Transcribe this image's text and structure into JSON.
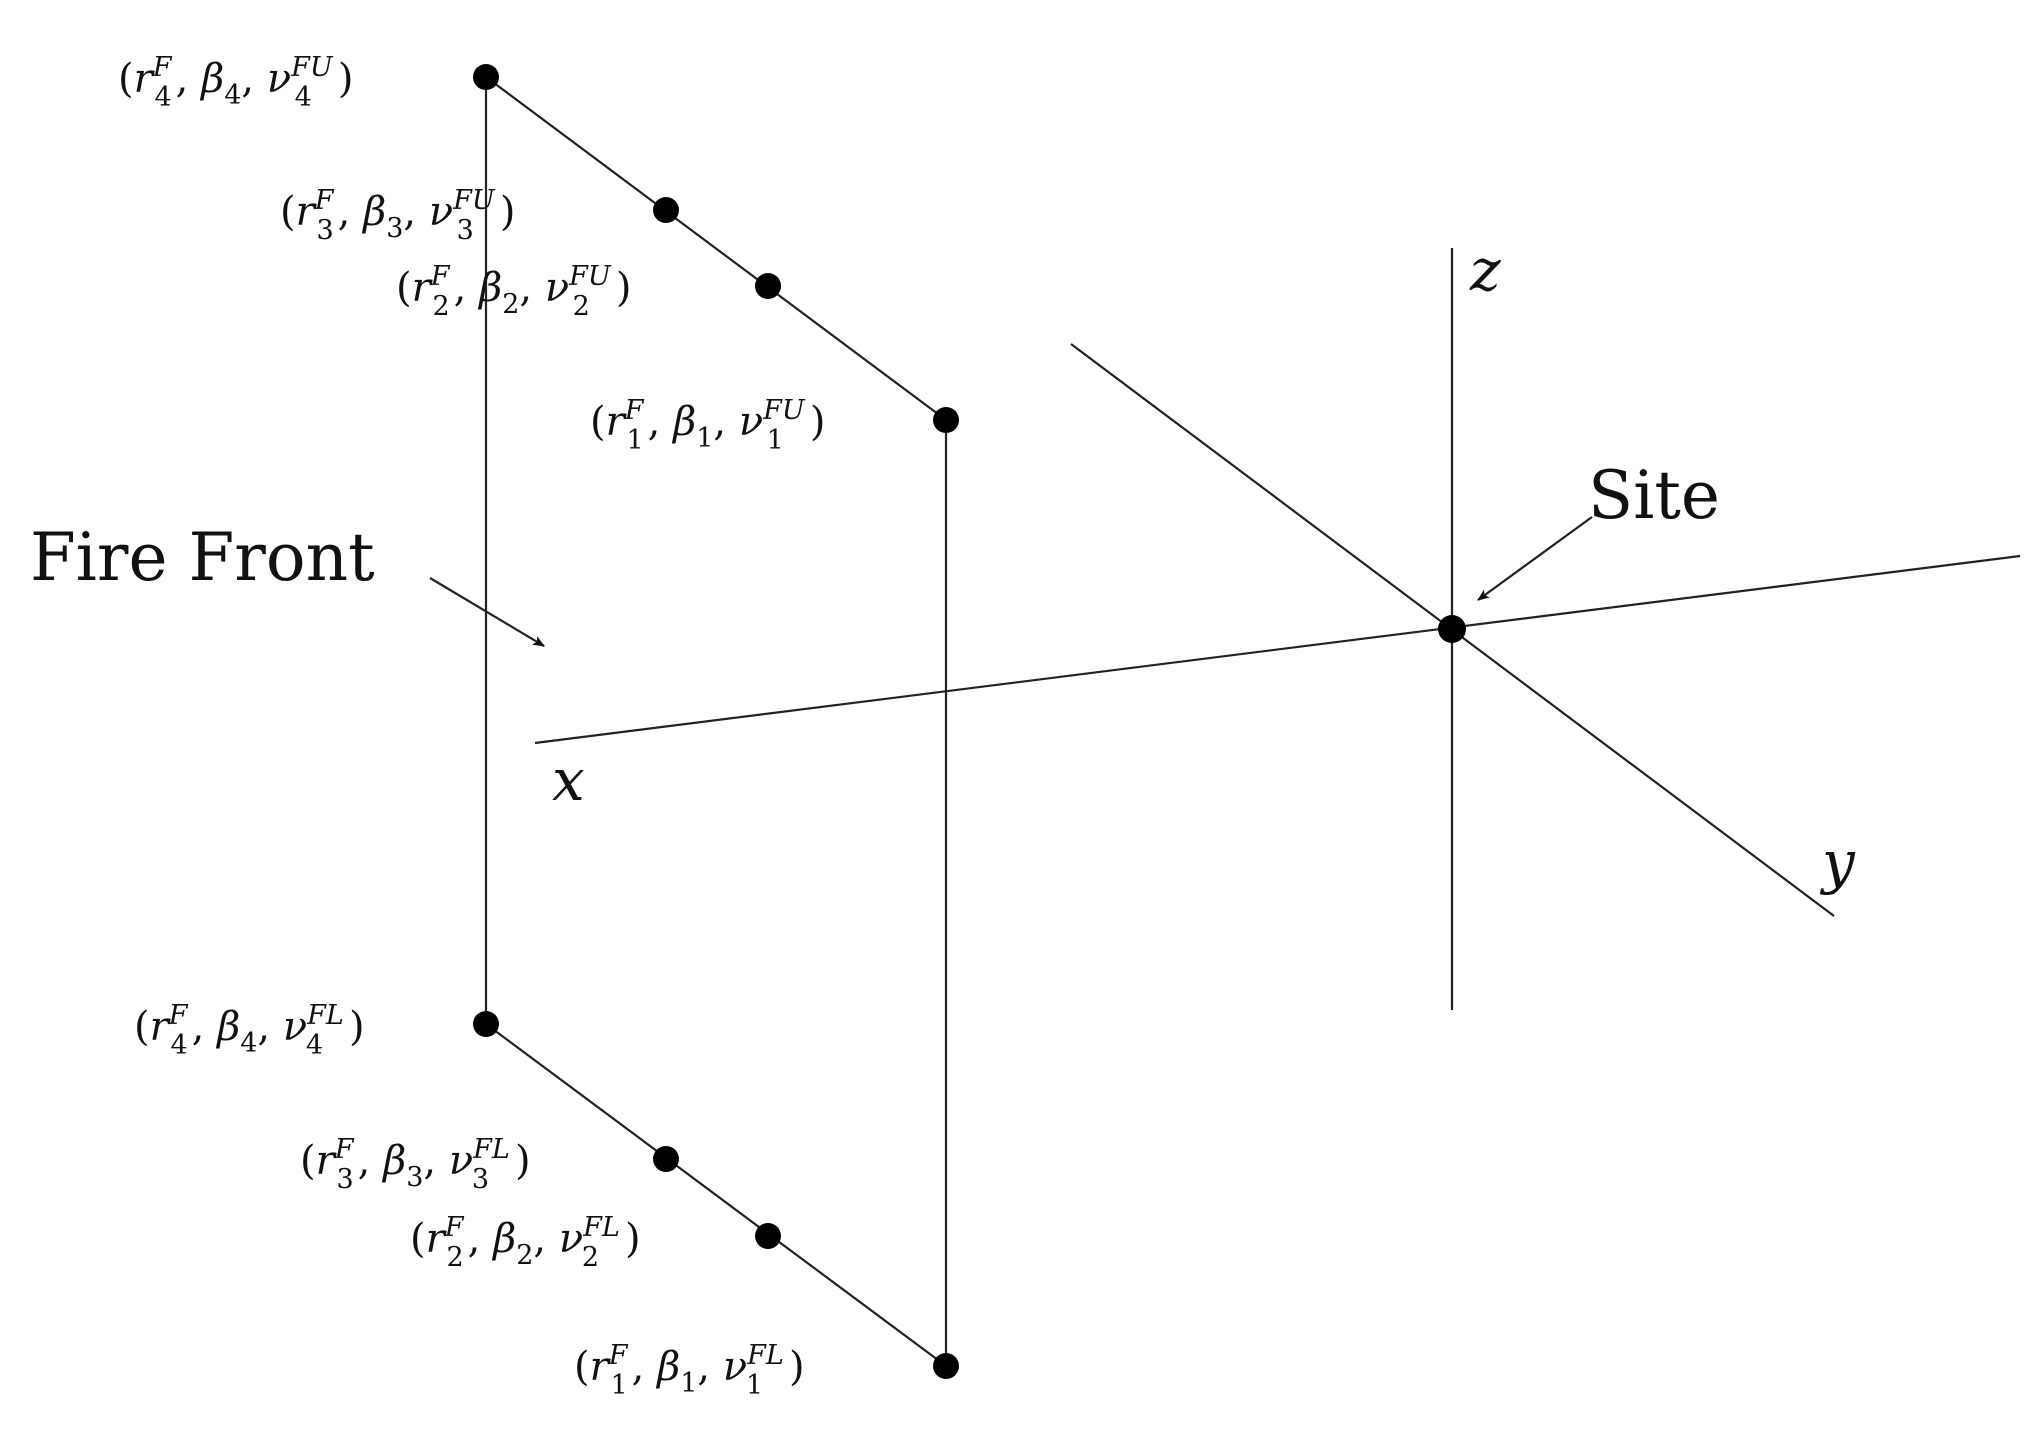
{
  "colors": {
    "line": "#222222",
    "point": "#000000",
    "text": "#111111",
    "background": "#ffffff"
  },
  "axes": {
    "x": "x",
    "y": "y",
    "z": "z"
  },
  "labels": {
    "fire_front": "Fire Front",
    "site": "Site"
  },
  "points": [
    {
      "id": "u4",
      "r": "r",
      "r_sup": "F",
      "r_sub": "4",
      "beta": "β",
      "beta_sub": "4",
      "nu": "ν",
      "nu_sup": "FU",
      "nu_sub": "4"
    },
    {
      "id": "u3",
      "r": "r",
      "r_sup": "F",
      "r_sub": "3",
      "beta": "β",
      "beta_sub": "3",
      "nu": "ν",
      "nu_sup": "FU",
      "nu_sub": "3"
    },
    {
      "id": "u2",
      "r": "r",
      "r_sup": "F",
      "r_sub": "2",
      "beta": "β",
      "beta_sub": "2",
      "nu": "ν",
      "nu_sup": "FU",
      "nu_sub": "2"
    },
    {
      "id": "u1",
      "r": "r",
      "r_sup": "F",
      "r_sub": "1",
      "beta": "β",
      "beta_sub": "1",
      "nu": "ν",
      "nu_sup": "FU",
      "nu_sub": "1"
    },
    {
      "id": "l4",
      "r": "r",
      "r_sup": "F",
      "r_sub": "4",
      "beta": "β",
      "beta_sub": "4",
      "nu": "ν",
      "nu_sup": "FL",
      "nu_sub": "4"
    },
    {
      "id": "l3",
      "r": "r",
      "r_sup": "F",
      "r_sub": "3",
      "beta": "β",
      "beta_sub": "3",
      "nu": "ν",
      "nu_sup": "FL",
      "nu_sub": "3"
    },
    {
      "id": "l2",
      "r": "r",
      "r_sup": "F",
      "r_sub": "2",
      "beta": "β",
      "beta_sub": "2",
      "nu": "ν",
      "nu_sup": "FL",
      "nu_sub": "2"
    },
    {
      "id": "l1",
      "r": "r",
      "r_sup": "F",
      "r_sub": "1",
      "beta": "β",
      "beta_sub": "1",
      "nu": "ν",
      "nu_sup": "FL",
      "nu_sub": "1"
    }
  ]
}
